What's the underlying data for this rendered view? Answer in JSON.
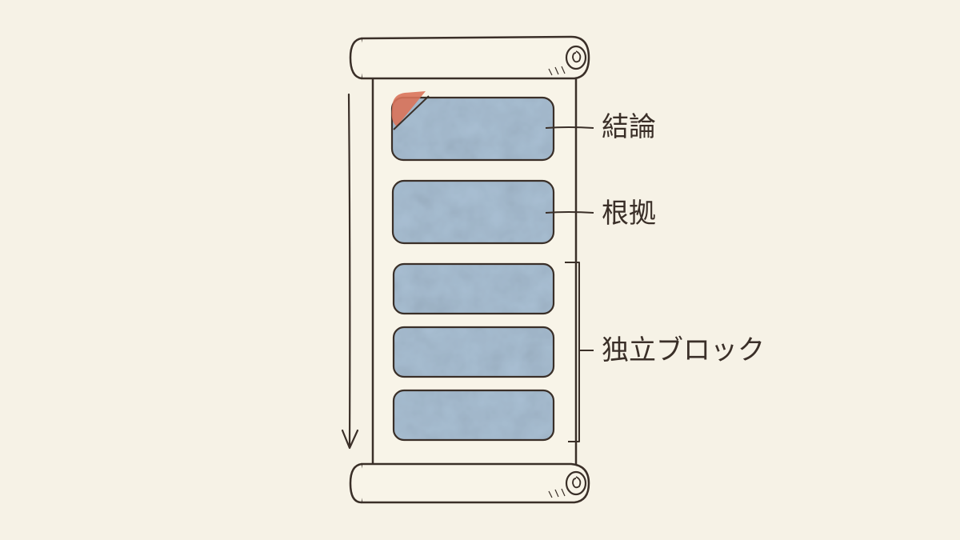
{
  "labels": {
    "conclusion": "結論",
    "evidence": "根拠",
    "independent_blocks": "独立ブロック"
  },
  "colors": {
    "background": "#f6f2e6",
    "paper": "#f8f4e8",
    "ink": "#3a2f28",
    "block_fill": "#a9bfd3",
    "accent_corner": "#d9735a"
  },
  "blocks": [
    {
      "name": "conclusion-block",
      "accent": true
    },
    {
      "name": "evidence-block",
      "accent": false
    },
    {
      "name": "independent-block-1",
      "accent": false
    },
    {
      "name": "independent-block-2",
      "accent": false
    },
    {
      "name": "independent-block-3",
      "accent": false
    }
  ]
}
